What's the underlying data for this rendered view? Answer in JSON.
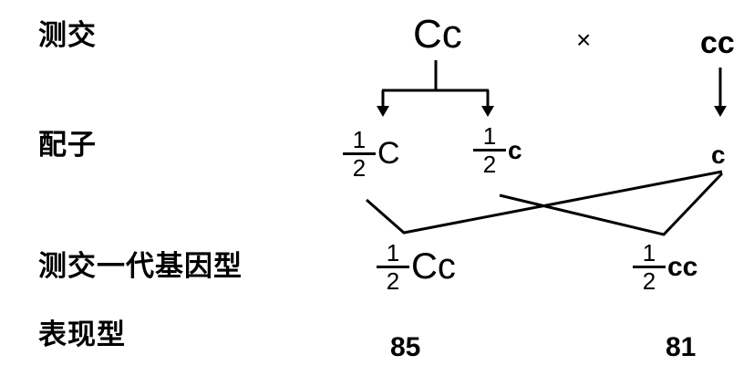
{
  "labels": {
    "test_cross": "测交",
    "gametes": "配子",
    "offspring_genotype": "测交一代基因型",
    "phenotype": "表现型"
  },
  "parents": {
    "left": "Cc",
    "cross": "×",
    "right": "cc"
  },
  "gametes": [
    {
      "num": "1",
      "den": "2",
      "allele": "C"
    },
    {
      "num": "1",
      "den": "2",
      "allele": "c"
    },
    {
      "allele": "c"
    }
  ],
  "offspring": [
    {
      "num": "1",
      "den": "2",
      "genotype": "Cc",
      "count": "85"
    },
    {
      "num": "1",
      "den": "2",
      "genotype": "cc",
      "count": "81"
    }
  ]
}
